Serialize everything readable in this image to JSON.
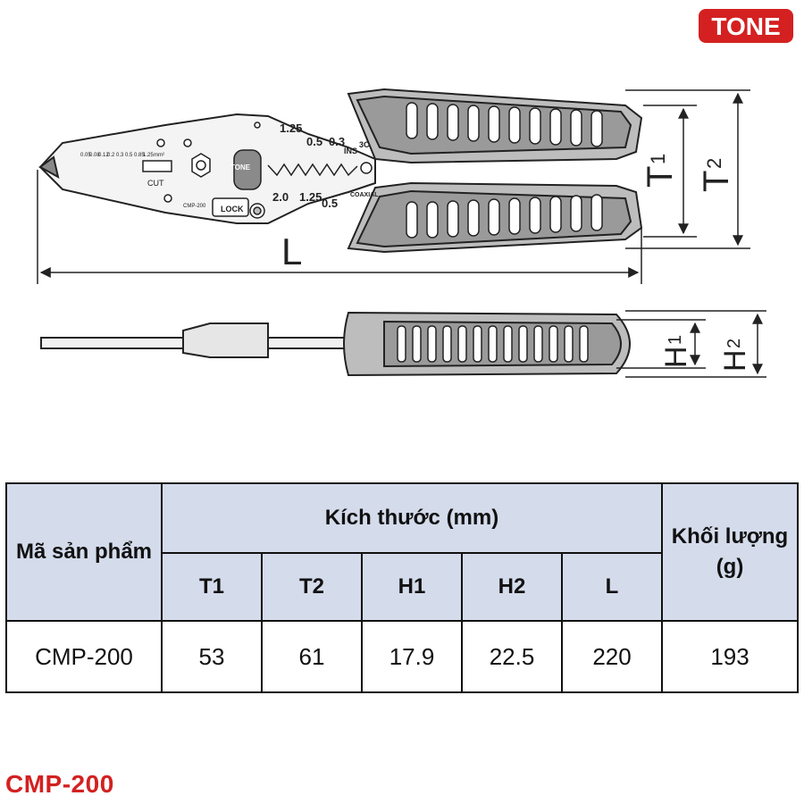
{
  "brand": {
    "logo_text": "TONE",
    "logo_color": "#d42020"
  },
  "drawing": {
    "labels": {
      "L": "L",
      "T1_main": "T",
      "T1_sub": "1",
      "T2_main": "T",
      "T2_sub": "2",
      "H1_main": "H",
      "H1_sub": "1",
      "H2_main": "H",
      "H2_sub": "2"
    },
    "tool_markings": {
      "cut": "CUT",
      "lock": "LOCK",
      "coaxial": "COAXIAL",
      "model_small": "CMP-200",
      "brand_small": "TONE",
      "gauge_upper": [
        "1.25",
        "0.5",
        "0.3"
      ],
      "gauge_lower": [
        "2.0",
        "1.25",
        "0.5"
      ],
      "ins": "INS",
      "three_c": "3C",
      "size_scale": [
        "0.05",
        "0.08",
        "0.12",
        "0.2",
        "0.3",
        "0.5",
        "0.85",
        "1.25"
      ],
      "mm2": "mm²"
    }
  },
  "table": {
    "header_product": "Mã sản phẩm",
    "header_dimensions": "Kích thước (mm)",
    "header_weight": "Khối lượng (g)",
    "dimension_columns": [
      "T1",
      "T2",
      "H1",
      "H2",
      "L"
    ],
    "rows": [
      {
        "product": "CMP-200",
        "T1": "53",
        "T2": "61",
        "H1": "17.9",
        "H2": "22.5",
        "L": "220",
        "weight": "193"
      }
    ]
  },
  "footer": {
    "title": "CMP-200",
    "color": "#d42020"
  }
}
